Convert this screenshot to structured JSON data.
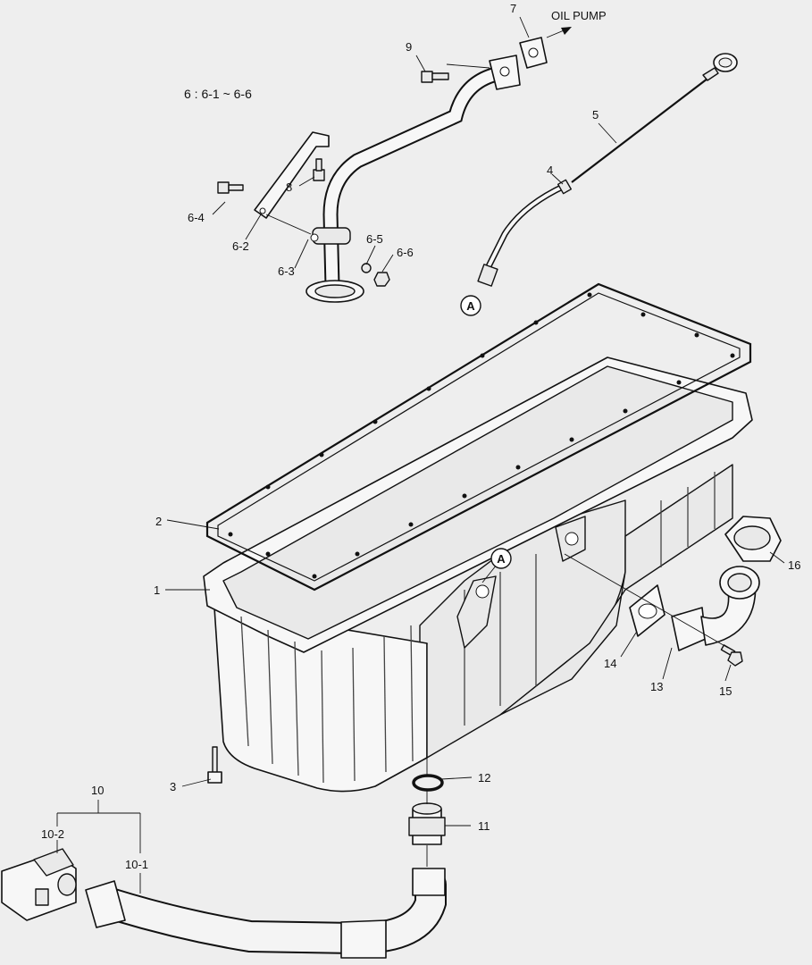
{
  "header": "6 : 6-1 ~ 6-6",
  "oil_pump": "OIL PUMP",
  "reference_marker": "A",
  "callouts": {
    "c1": "1",
    "c2": "2",
    "c3": "3",
    "c4": "4",
    "c5": "5",
    "c6_2": "6-2",
    "c6_3": "6-3",
    "c6_4": "6-4",
    "c6_5": "6-5",
    "c6_6": "6-6",
    "c7": "7",
    "c8": "8",
    "c9": "9",
    "c10": "10",
    "c10_1": "10-1",
    "c10_2": "10-2",
    "c11": "11",
    "c12": "12",
    "c13": "13",
    "c14": "14",
    "c15": "15",
    "c16": "16"
  }
}
